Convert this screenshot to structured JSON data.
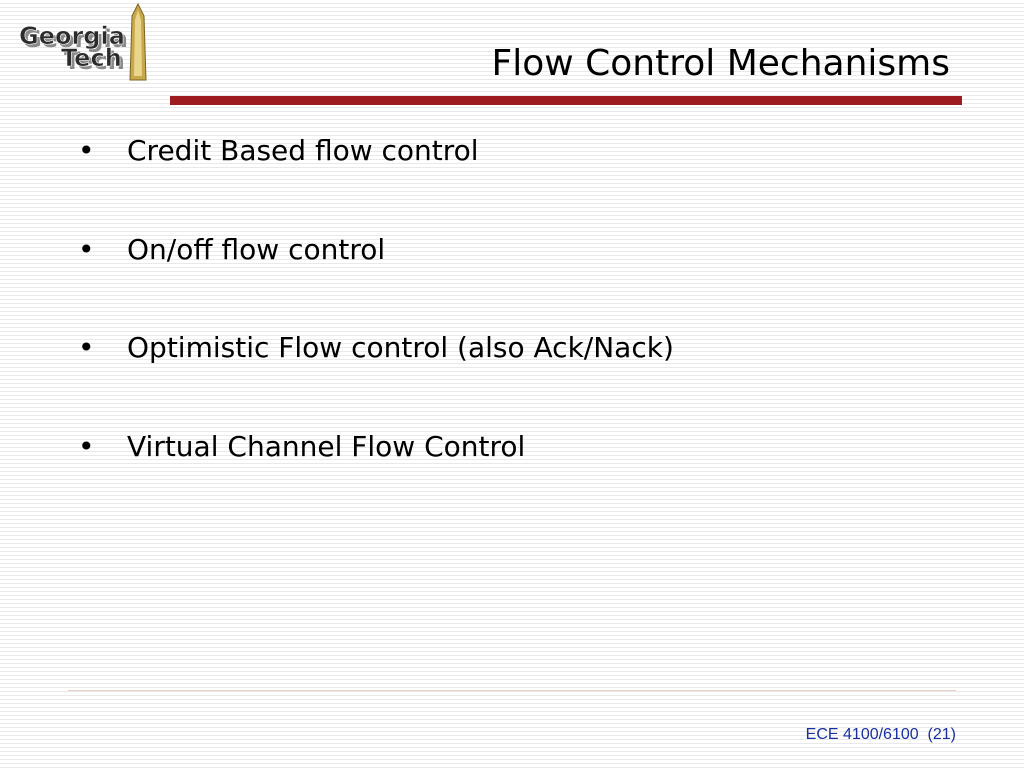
{
  "logo": {
    "line1": "Georgia",
    "line2": "Tech",
    "icon": "georgia-tech-logo"
  },
  "slide": {
    "title": "Flow Control Mechanisms",
    "bullets": [
      {
        "marker": "•",
        "text": "Credit Based flow control"
      },
      {
        "marker": "•",
        "text": "On/off flow control"
      },
      {
        "marker": "•",
        "text": "Optimistic Flow control (also Ack/Nack)"
      },
      {
        "marker": "•",
        "text": "Virtual Channel Flow Control"
      }
    ],
    "footer": "ECE 4100/6100  (21)"
  },
  "colors": {
    "title_rule": "#9e1b1f",
    "footer_text": "#1a2f9e",
    "logo_gold": "#c8a84a"
  }
}
